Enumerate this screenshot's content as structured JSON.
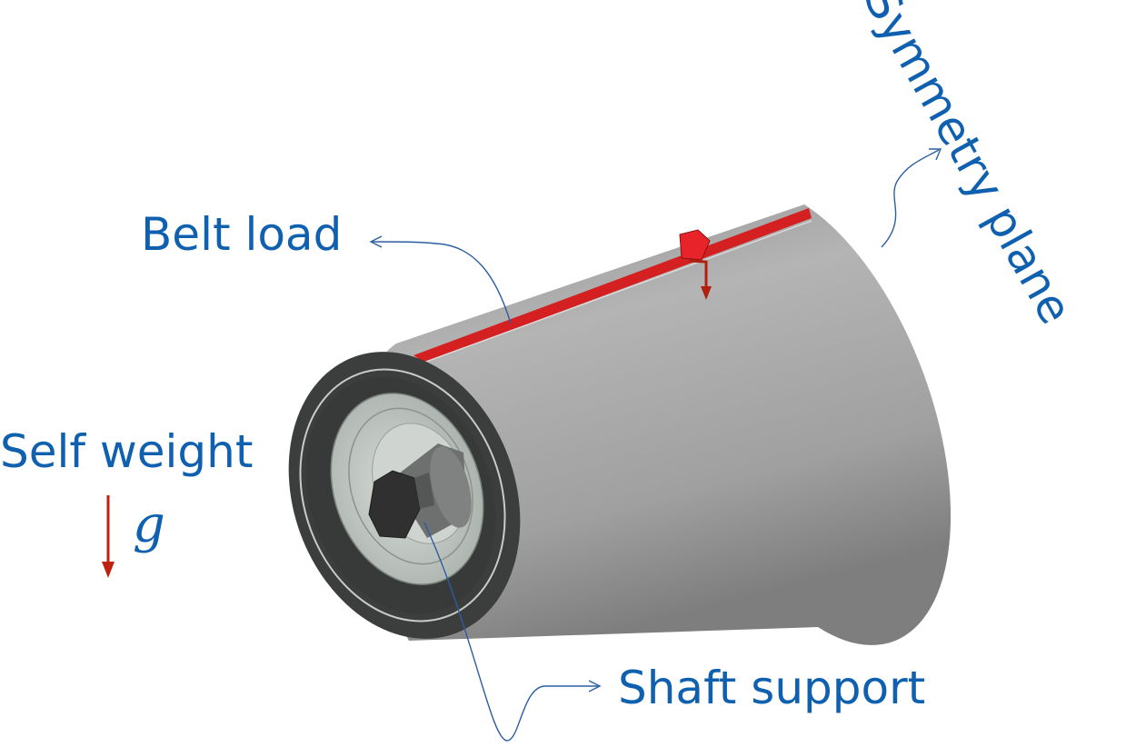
{
  "labels": {
    "belt_load": "Belt load",
    "symmetry_plane": "Symmetry plane",
    "self_weight": "Self weight",
    "gravity_symbol": "g",
    "shaft_support": "Shaft support"
  },
  "colors": {
    "label_text": "#1060b0",
    "load_red": "#d42020",
    "arrow_red": "#c02010",
    "roller_shell": "#a7a7a7",
    "roller_end": "#3c3e3d"
  }
}
